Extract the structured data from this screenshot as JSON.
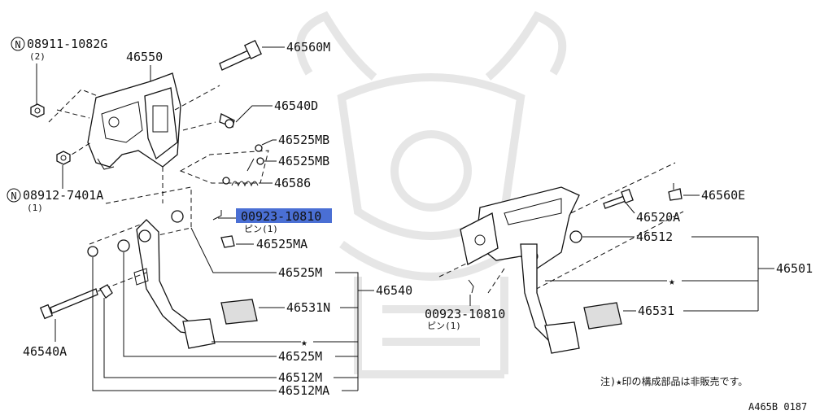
{
  "labels": {
    "p08911_1082G": "08911-1082G",
    "p08911_qty": "(2)",
    "p46550": "46550",
    "p46560M": "46560M",
    "p46540D": "46540D",
    "p46525MB_1": "46525MB",
    "p46525MB_2": "46525MB",
    "p46586": "46586",
    "p08912_7401A": "08912-7401A",
    "p08912_qty": "(1)",
    "p00923_10810_hl": "00923-10810",
    "pin_1": "ピン(1)",
    "p46525MA": "46525MA",
    "p46525M_1": "46525M",
    "p46540": "46540",
    "p46531N": "46531N",
    "p46540A": "46540A",
    "p46525M_2": "46525M",
    "p46512M": "46512M",
    "p46512MA": "46512MA",
    "p46560E": "46560E",
    "p46520A": "46520A",
    "p46512": "46512",
    "p46501": "46501",
    "p00923_10810_2": "00923-10810",
    "pin_2": "ピン(1)",
    "p46531": "46531",
    "n_symbol": "N",
    "star": "★",
    "footnote": "注)★印の構成部品は非販売です。",
    "code": "A465B 0187"
  },
  "colors": {
    "highlight": "#4a6fd4",
    "line": "#111111",
    "watermark": "#e6e6e6"
  }
}
